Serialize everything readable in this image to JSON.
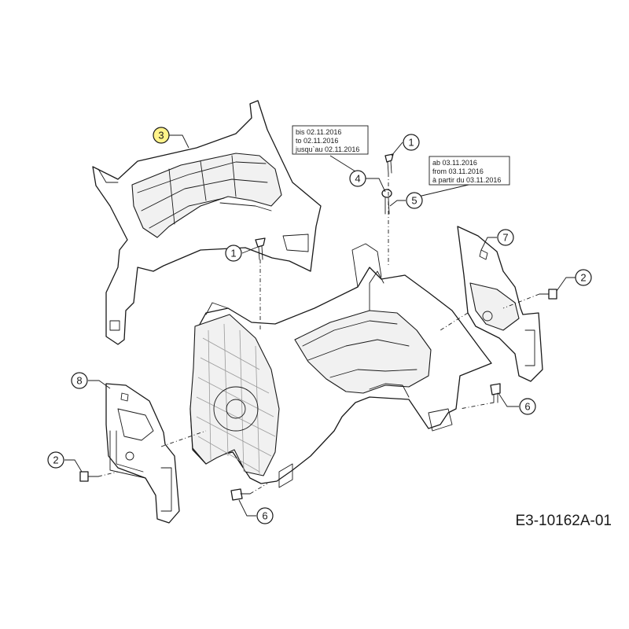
{
  "drawing_id": "E3-10162A-01",
  "callouts": [
    {
      "number": "3",
      "highlighted": true
    },
    {
      "number": "1"
    },
    {
      "number": "4"
    },
    {
      "number": "5"
    },
    {
      "number": "1"
    },
    {
      "number": "7"
    },
    {
      "number": "2"
    },
    {
      "number": "8"
    },
    {
      "number": "6"
    },
    {
      "number": "2"
    },
    {
      "number": "6"
    }
  ],
  "notes": {
    "before": [
      "bis 02.11.2016",
      "to 02.11.2016",
      "jusqu`au 02.11.2016"
    ],
    "after": [
      "ab 03.11.2016",
      "from 03.11.2016",
      "à partir du 03.11.2016"
    ]
  },
  "colors": {
    "highlight": "#fff38a",
    "line": "#1a1a1a"
  }
}
